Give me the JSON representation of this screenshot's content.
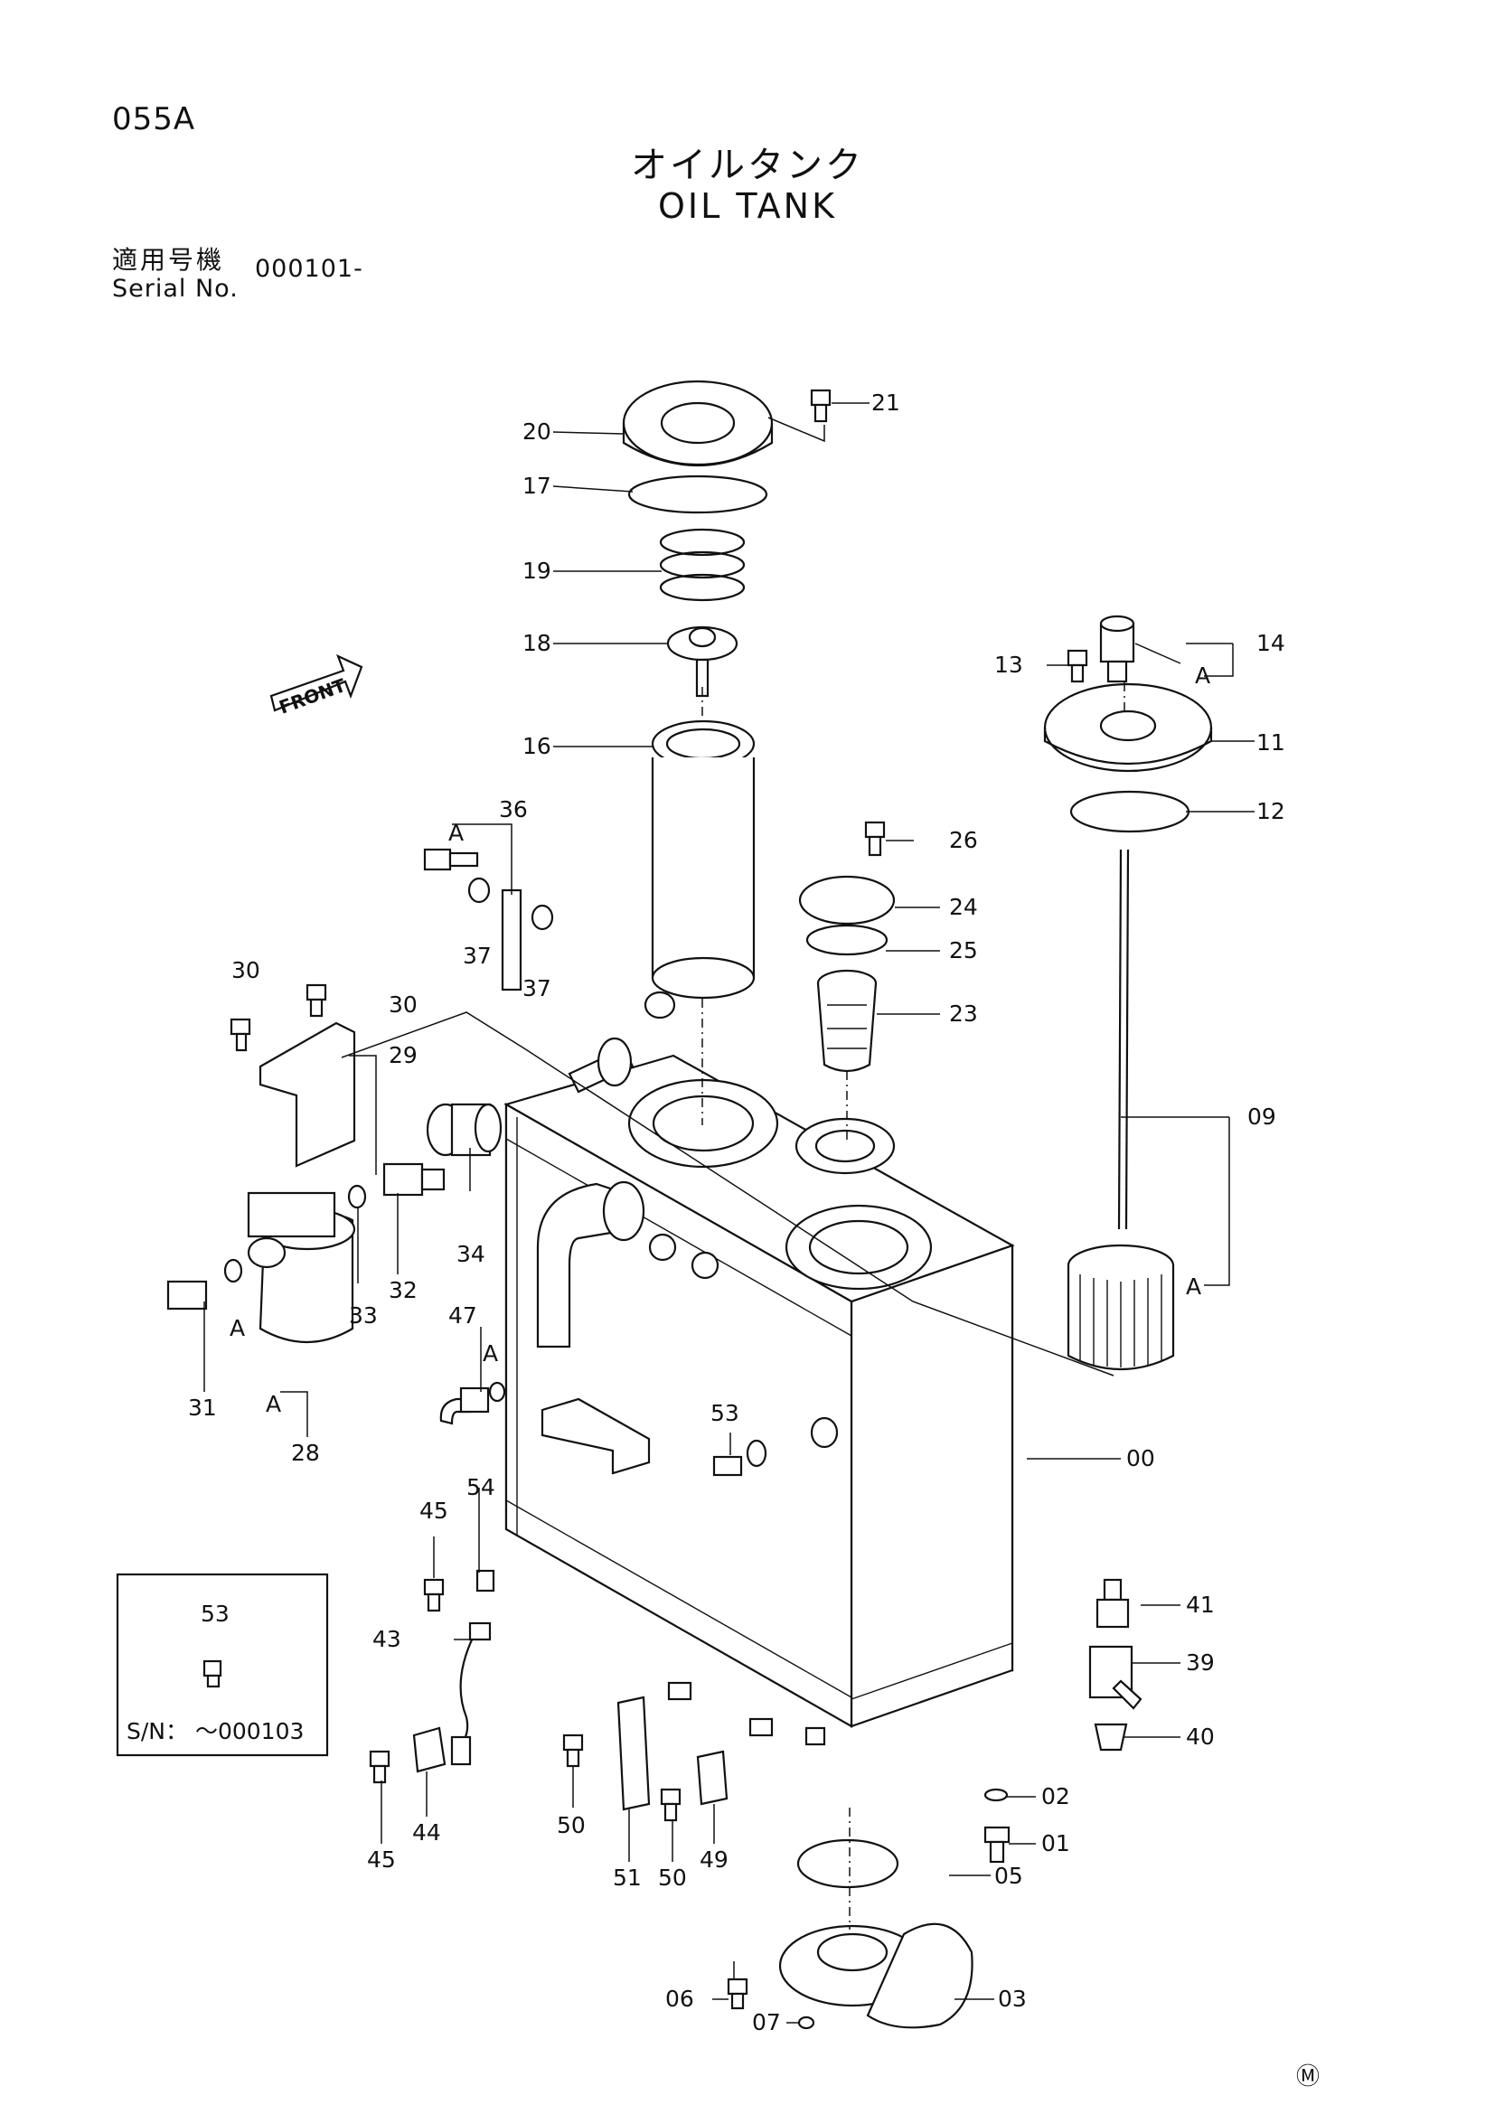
{
  "header": {
    "page_code": "055A",
    "title_jp": "オイルタンク",
    "title_en": "OIL TANK",
    "serial_label_jp": "適用号機",
    "serial_label_en": "Serial No.",
    "serial_value": "000101-"
  },
  "front_arrow_label": "FRONT",
  "inset": {
    "part": "53",
    "serial_note": "S/N： ～000103"
  },
  "group_marker": "A",
  "callouts": [
    {
      "id": "20",
      "label": "20"
    },
    {
      "id": "21",
      "label": "21"
    },
    {
      "id": "17",
      "label": "17"
    },
    {
      "id": "19",
      "label": "19"
    },
    {
      "id": "18",
      "label": "18"
    },
    {
      "id": "16",
      "label": "16"
    },
    {
      "id": "14",
      "label": "14"
    },
    {
      "id": "13",
      "label": "13"
    },
    {
      "id": "11",
      "label": "11"
    },
    {
      "id": "12",
      "label": "12"
    },
    {
      "id": "36",
      "label": "36"
    },
    {
      "id": "37a",
      "label": "37"
    },
    {
      "id": "37b",
      "label": "37"
    },
    {
      "id": "26",
      "label": "26"
    },
    {
      "id": "24",
      "label": "24"
    },
    {
      "id": "25",
      "label": "25"
    },
    {
      "id": "23",
      "label": "23"
    },
    {
      "id": "30a",
      "label": "30"
    },
    {
      "id": "30b",
      "label": "30"
    },
    {
      "id": "29",
      "label": "29"
    },
    {
      "id": "09",
      "label": "09"
    },
    {
      "id": "34",
      "label": "34"
    },
    {
      "id": "32",
      "label": "32"
    },
    {
      "id": "33",
      "label": "33"
    },
    {
      "id": "31",
      "label": "31"
    },
    {
      "id": "28",
      "label": "28"
    },
    {
      "id": "47",
      "label": "47"
    },
    {
      "id": "53",
      "label": "53"
    },
    {
      "id": "00",
      "label": "00"
    },
    {
      "id": "54",
      "label": "54"
    },
    {
      "id": "45a",
      "label": "45"
    },
    {
      "id": "43",
      "label": "43"
    },
    {
      "id": "41",
      "label": "41"
    },
    {
      "id": "39",
      "label": "39"
    },
    {
      "id": "40",
      "label": "40"
    },
    {
      "id": "02",
      "label": "02"
    },
    {
      "id": "01",
      "label": "01"
    },
    {
      "id": "45b",
      "label": "45"
    },
    {
      "id": "44",
      "label": "44"
    },
    {
      "id": "50a",
      "label": "50"
    },
    {
      "id": "51",
      "label": "51"
    },
    {
      "id": "50b",
      "label": "50"
    },
    {
      "id": "49",
      "label": "49"
    },
    {
      "id": "05",
      "label": "05"
    },
    {
      "id": "06",
      "label": "06"
    },
    {
      "id": "07",
      "label": "07"
    },
    {
      "id": "03",
      "label": "03"
    }
  ],
  "copyright_mark": "Ⓜ"
}
